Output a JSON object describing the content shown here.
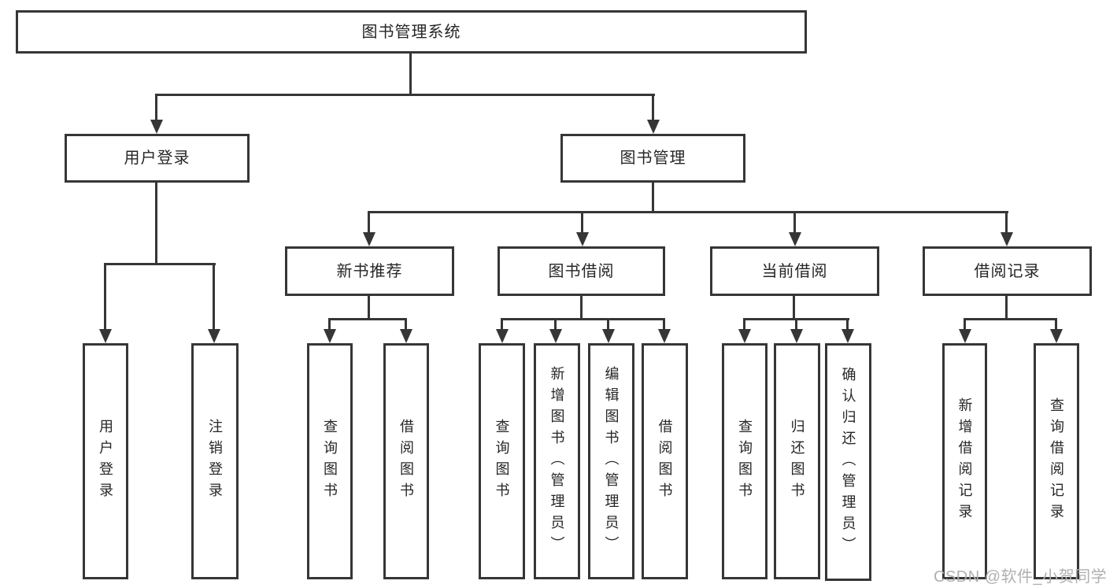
{
  "theme": {
    "line": "#363636",
    "text": "#262626",
    "bg": "#ffffff",
    "watermark_color": "#b0b0b0"
  },
  "watermark": "CSDN @软件_小贺同学",
  "tree": {
    "root": {
      "label": "图书管理系统",
      "children": [
        {
          "label": "用户登录",
          "children": [
            {
              "label": "用户登录"
            },
            {
              "label": "注销登录"
            }
          ]
        },
        {
          "label": "图书管理",
          "children": [
            {
              "label": "新书推荐",
              "children": [
                {
                  "label": "查询图书"
                },
                {
                  "label": "借阅图书"
                }
              ]
            },
            {
              "label": "图书借阅",
              "children": [
                {
                  "label": "查询图书"
                },
                {
                  "label": "新增图书（管理员）"
                },
                {
                  "label": "编辑图书（管理员）"
                },
                {
                  "label": "借阅图书"
                }
              ]
            },
            {
              "label": "当前借阅",
              "children": [
                {
                  "label": "查询图书"
                },
                {
                  "label": "归还图书"
                },
                {
                  "label": "确认归还（管理员）"
                }
              ]
            },
            {
              "label": "借阅记录",
              "children": [
                {
                  "label": "新增借阅记录"
                },
                {
                  "label": "查询借阅记录"
                }
              ]
            }
          ]
        }
      ]
    }
  }
}
